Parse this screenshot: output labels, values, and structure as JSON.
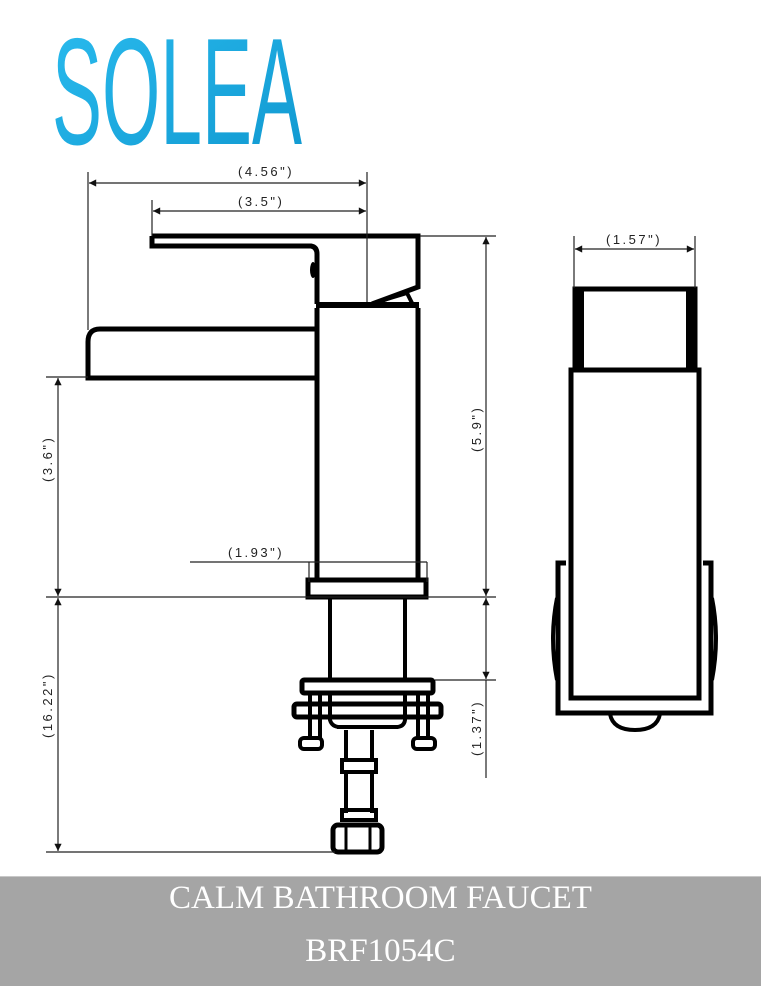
{
  "brand": {
    "logo_text": "SOLEA",
    "logo_color": "#1aa9e0"
  },
  "product": {
    "name": "CALM BATHROOM FAUCET",
    "model": "BRF1054C"
  },
  "dimensions": {
    "overall_reach": "(4.56\")",
    "handle_length": "(3.5\")",
    "depth": "(1.57\")",
    "spout_height": "(3.6\")",
    "overall_height": "(5.9\")",
    "base_width": "(1.93\")",
    "below_deck_length": "(16.22\")",
    "deck_thickness": "(1.37\")"
  },
  "colors": {
    "line": "#000000",
    "dim_line": "#222222",
    "footer_bg": "#a5a5a5",
    "footer_text": "#ffffff"
  }
}
